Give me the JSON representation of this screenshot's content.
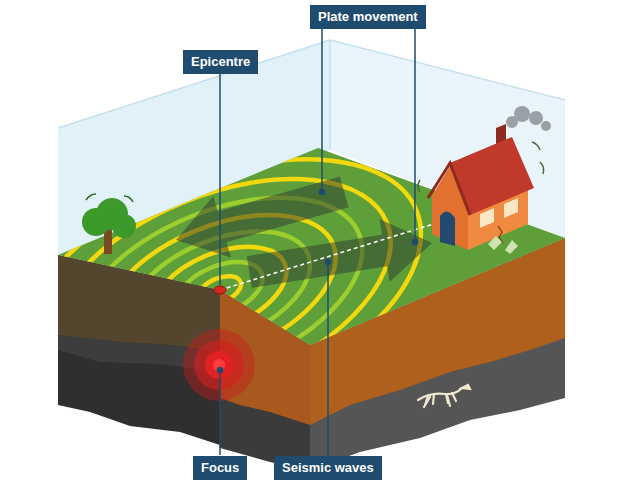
{
  "diagram": {
    "nodes": [
      {
        "text": [
          "Plate movement"
        ]
      },
      {
        "text": [
          "Epicentre"
        ]
      },
      {
        "text": [
          "Focus"
        ]
      },
      {
        "text": [
          "Seismic waves"
        ]
      }
    ]
  }
}
